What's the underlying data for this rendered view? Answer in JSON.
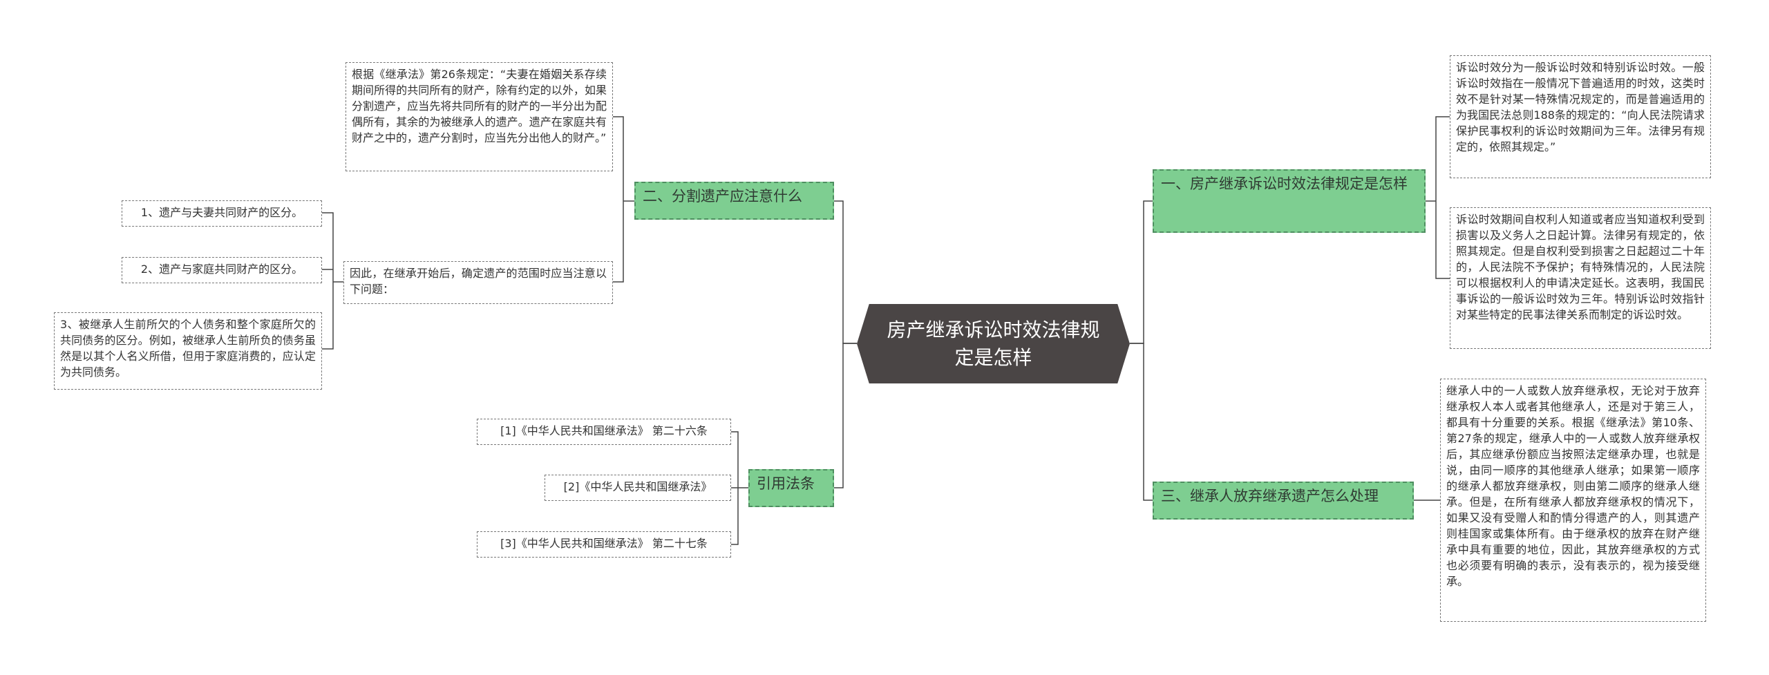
{
  "root": {
    "title": "房产继承诉讼时效法律规定是怎样"
  },
  "right": {
    "branch1": {
      "title": "一、房产继承诉讼时效法律规定是怎样",
      "leaf1": "诉讼时效分为一般诉讼时效和特别诉讼时效。一般诉讼时效指在一般情况下普遍适用的时效，这类时效不是针对某一特殊情况规定的，而是普遍适用的为我国民法总则188条的规定的：“向人民法院请求保护民事权利的诉讼时效期间为三年。法律另有规定的，依照其规定。”",
      "leaf2": "诉讼时效期间自权利人知道或者应当知道权利受到损害以及义务人之日起计算。法律另有规定的，依照其规定。但是自权利受到损害之日起超过二十年的，人民法院不予保护；有特殊情况的，人民法院可以根据权利人的申请决定延长。这表明，我国民事诉讼的一般诉讼时效为三年。特别诉讼时效指针对某些特定的民事法律关系而制定的诉讼时效。"
    },
    "branch3": {
      "title": "三、继承人放弃继承遗产怎么处理",
      "leaf1": "继承人中的一人或数人放弃继承权，无论对于放弃继承权人本人或者其他继承人，还是对于第三人，都具有十分重要的关系。根据《继承法》第10条、第27条的规定，继承人中的一人或数人放弃继承权后，其应继承份额应当按照法定继承办理，也就是说，由同一顺序的其他继承人继承；如果第一顺序的继承人都放弃继承权，则由第二顺序的继承人继承。但是，在所有继承人都放弃继承权的情况下，如果又没有受赠人和酌情分得遗产的人，则其遗产则桂国家或集体所有。由于继承权的放弃在财产继承中具有重要的地位，因此，其放弃继承权的方式也必须要有明确的表示，没有表示的，视为接受继承。"
    }
  },
  "left": {
    "branch2": {
      "title": "二、分割遗产应注意什么",
      "leaf_law": "根据《继承法》第26条规定：“夫妻在婚姻关系存续期间所得的共同所有的财产，除有约定的以外，如果分割遗产，应当先将共同所有的财产的一半分出为配偶所有，其余的为被继承人的遗产。遗产在家庭共有财产之中的，遗产分割时，应当先分出他人的财产。”",
      "leaf_scope": "因此，在继承开始后，确定遗产的范围时应当注意以下问题：",
      "sub1": "1、遗产与夫妻共同财产的区分。",
      "sub2": "2、遗产与家庭共同财产的区分。",
      "sub3": "3、被继承人生前所欠的个人债务和整个家庭所欠的共同债务的区分。例如，被继承人生前所负的债务虽然是以其个人名义所借，但用于家庭消费的，应认定为共同债务。"
    },
    "citations": {
      "title": "引用法条",
      "items": [
        "[1]《中华人民共和国继承法》 第二十六条",
        "[2]《中华人民共和国继承法》",
        "[3]《中华人民共和国继承法》 第二十七条"
      ]
    }
  },
  "colors": {
    "root_fill": "#4a4545",
    "branch_fill": "#7ece91",
    "branch_border": "#4e8f60",
    "leaf_border": "#777777",
    "connector": "#444444"
  }
}
